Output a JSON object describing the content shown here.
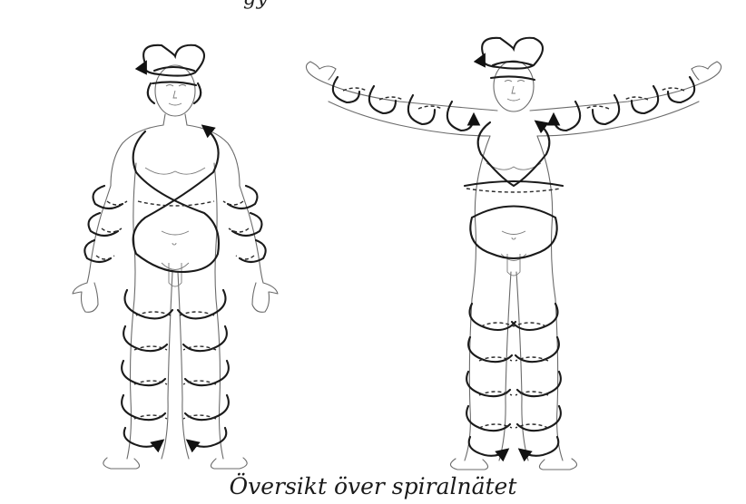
{
  "top_text_fragment": "gy",
  "caption": "Översikt över spiralnätet",
  "figures": [
    {
      "name": "front-figure-arms-down"
    },
    {
      "name": "front-figure-arms-raised"
    }
  ]
}
